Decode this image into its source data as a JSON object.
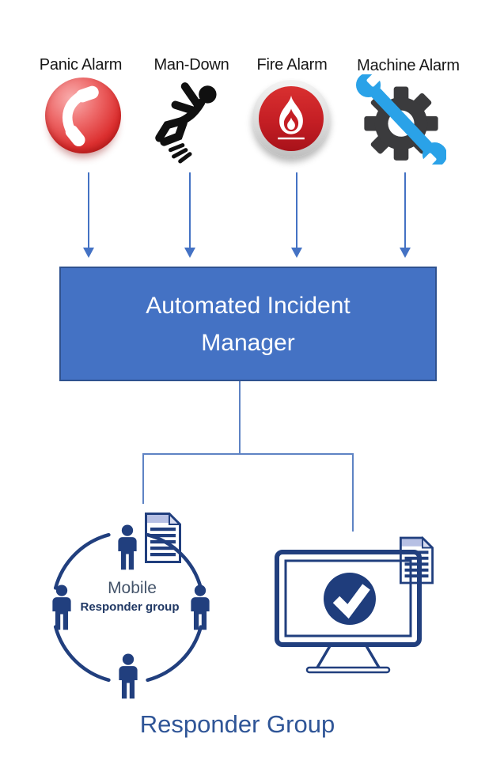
{
  "alarms": [
    {
      "label": "Panic Alarm",
      "icon": "phone-button-icon"
    },
    {
      "label": "Man-Down",
      "icon": "falling-person-icon"
    },
    {
      "label": "Fire Alarm",
      "icon": "flame-button-icon"
    },
    {
      "label": "Machine Alarm",
      "icon": "gear-wrench-icon"
    }
  ],
  "manager": {
    "label": "Automated Incident Manager"
  },
  "mobile_group": {
    "title": "Mobile",
    "subtitle": "Responder group"
  },
  "desktop_group": {
    "icon": "monitor-checkmark-icon"
  },
  "footer": {
    "title": "Responder Group"
  },
  "colors": {
    "manager_fill": "#4472C4",
    "manager_border": "#2F528F",
    "connector_blue": "#4472C4",
    "clipart_navy": "#213F7E",
    "panic_red": "#DC2F2F",
    "fire_red": "#C41E24",
    "wrench_blue": "#2AA2E8",
    "gear_gray": "#3B3B3D",
    "footer_text": "#2F5597"
  }
}
